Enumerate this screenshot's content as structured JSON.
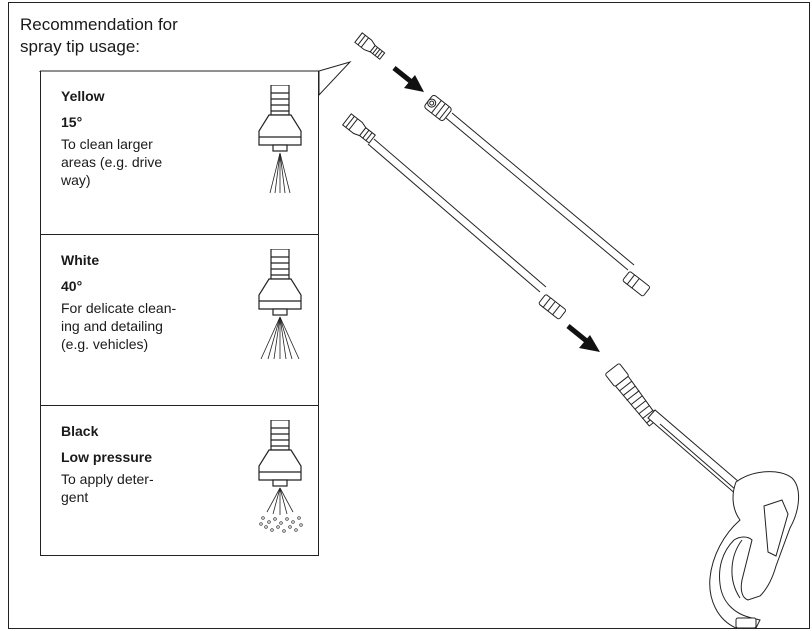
{
  "heading": {
    "line1": "Recommendation for",
    "line2": "spray tip usage:"
  },
  "tips": [
    {
      "color": "Yellow",
      "setting": "15°",
      "description": "To clean larger\nareas (e.g. drive\nway)"
    },
    {
      "color": "White",
      "setting": "40°",
      "description": "For delicate clean-\ning and detailing\n(e.g. vehicles)"
    },
    {
      "color": "Black",
      "setting": "Low pressure",
      "description": "To apply deter-\ngent"
    }
  ]
}
